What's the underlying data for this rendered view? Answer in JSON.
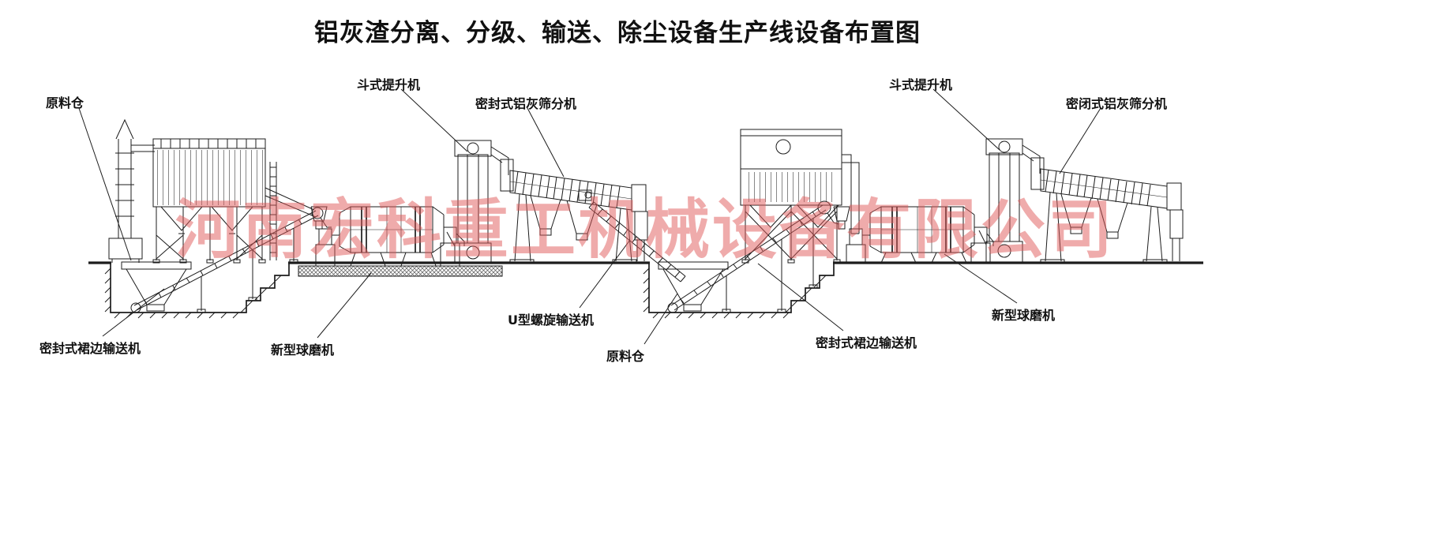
{
  "title": "铝灰渣分离、分级、输送、除尘设备生产线设备布置图",
  "watermark": "河南宏科重工机械设备有限公司",
  "colors": {
    "line": "#1c1c1c",
    "watermark": "#e05a5a",
    "background": "#ffffff"
  },
  "labels": [
    {
      "name": "raw-material-bin-left",
      "text": "原料仓"
    },
    {
      "name": "bucket-elevator-left",
      "text": "斗式提升机"
    },
    {
      "name": "sealed-ash-screen-left",
      "text": "密封式铝灰筛分机"
    },
    {
      "name": "bucket-elevator-right",
      "text": "斗式提升机"
    },
    {
      "name": "closed-ash-screen-right",
      "text": "密闭式铝灰筛分机"
    },
    {
      "name": "skirt-conveyor-left",
      "text": "密封式裙边输送机"
    },
    {
      "name": "ball-mill-left",
      "text": "新型球磨机"
    },
    {
      "name": "u-screw-conveyor",
      "text": "U型螺旋输送机"
    },
    {
      "name": "raw-material-bin-right",
      "text": "原料仓"
    },
    {
      "name": "skirt-conveyor-right",
      "text": "密封式裙边输送机"
    },
    {
      "name": "ball-mill-right",
      "text": "新型球磨机"
    }
  ]
}
